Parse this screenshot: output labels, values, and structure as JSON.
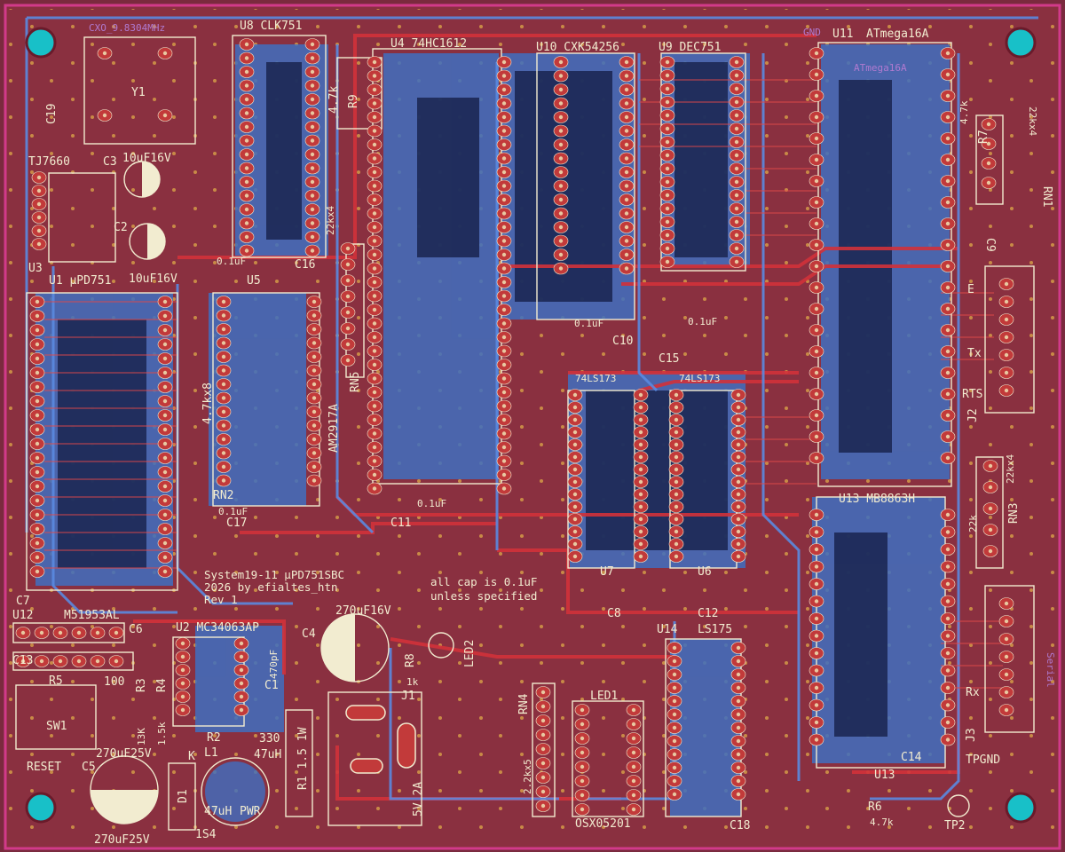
{
  "board": {
    "title_line1": "System19-11 μPD751SBC",
    "title_line2": "2026 by efialtes_htn",
    "title_line3": "Rev 1",
    "note_line1": "all cap is 0.1uF",
    "note_line2": "unless specified"
  },
  "labels": {
    "cxo": "CXO_9.8304MHz",
    "y1": "Y1",
    "c19": "C19",
    "tj7660": "TJ7660",
    "u3": "U3",
    "c3": "C3",
    "c3v": "10uF16V",
    "c2": "C2",
    "c2v": "10uF16V",
    "u1": "U1 μPD751",
    "u8": "U8 CLK751",
    "c16": "C16",
    "c16v": "0.1uF",
    "u5a": "U5",
    "rn2": "RN2",
    "rn2v": "4.7kx8",
    "c17": "C17",
    "c17v": "0.1uF",
    "u4": "U4 74HC1612",
    "r9": "R9",
    "r9v": "4.7k",
    "rn5": "RN5",
    "rn5v": "22kx4",
    "am": "AM2917A",
    "c11": "C11",
    "c11v": "0.1uF",
    "u10": "U10 CXK54256",
    "c10": "C10",
    "c10v": "0.1uF",
    "u9": "U9 DEC751",
    "c15": "C15",
    "c15v": "0.1uF",
    "u11": "U11",
    "atm": "ATmega16A",
    "atm2": "ATmega16A",
    "r7": "R7",
    "r7v": "4.7k",
    "rn1": "RN1",
    "rn1v": "22kx4",
    "c9": "C9",
    "j2": "J2",
    "tx": "Tx",
    "rx": "Rx",
    "rts": "RTS",
    "e": "E",
    "u13": "U13 MB8863H",
    "rn3": "RN3",
    "rn3v": "22kx4",
    "rn3k": "22k",
    "j3": "J3",
    "serial": "Serial",
    "tpgnd": "TPGND",
    "tp2": "TP2",
    "c14": "C14",
    "r6": "R6",
    "r6v": "4.7k",
    "u13b": "U13",
    "c18": "C18",
    "u14": "U14",
    "ls175": "LS175",
    "osx": "OSX05201",
    "led1": "LED1",
    "rn4": "RN4",
    "rn4v": "2.2kx5",
    "u7": "U7",
    "u6": "U6",
    "c8": "C8",
    "c12": "C12",
    "c8v": "74LS173",
    "c12v": "74LS173",
    "c7": "C7",
    "u12": "U12",
    "m5": "M51953AL",
    "c6": "C6",
    "c13": "C13",
    "r5": "R5",
    "r5v": "100",
    "sw1": "SW1",
    "reset": "RESET",
    "c5": "C5",
    "c5v": "270uF25V",
    "c5v2": "270uF25V",
    "u2": "U2 MC34063AP",
    "r3": "R3",
    "r3v": "13K",
    "r4": "R4",
    "r4v": "1.5k",
    "r2": "R2",
    "r2v": "330",
    "l1": "L1",
    "l1v": "47uH",
    "l1v2": "47uH",
    "pwr": "PWR",
    "d1": "D1",
    "d1v": "1S4",
    "c4": "C4",
    "c4v": "270uF16V",
    "c1": "C1",
    "c1v": "470pF",
    "r1": "R1 1.5 1W",
    "j1": "J1",
    "j1v": "5V 2A",
    "r8": "R8",
    "r8v": "1k",
    "led2": "LED2",
    "k": "K",
    "gnd": "GND"
  },
  "colors": {
    "board": "#7a2a3e",
    "copper_front": "#c8303a",
    "copper_back": "#4a78c8",
    "silk": "#f2ecd0",
    "pad": "#c23a3a",
    "hole": "#e8c8a0",
    "mount": "#18c0c8",
    "fab": "#b07ad0"
  }
}
